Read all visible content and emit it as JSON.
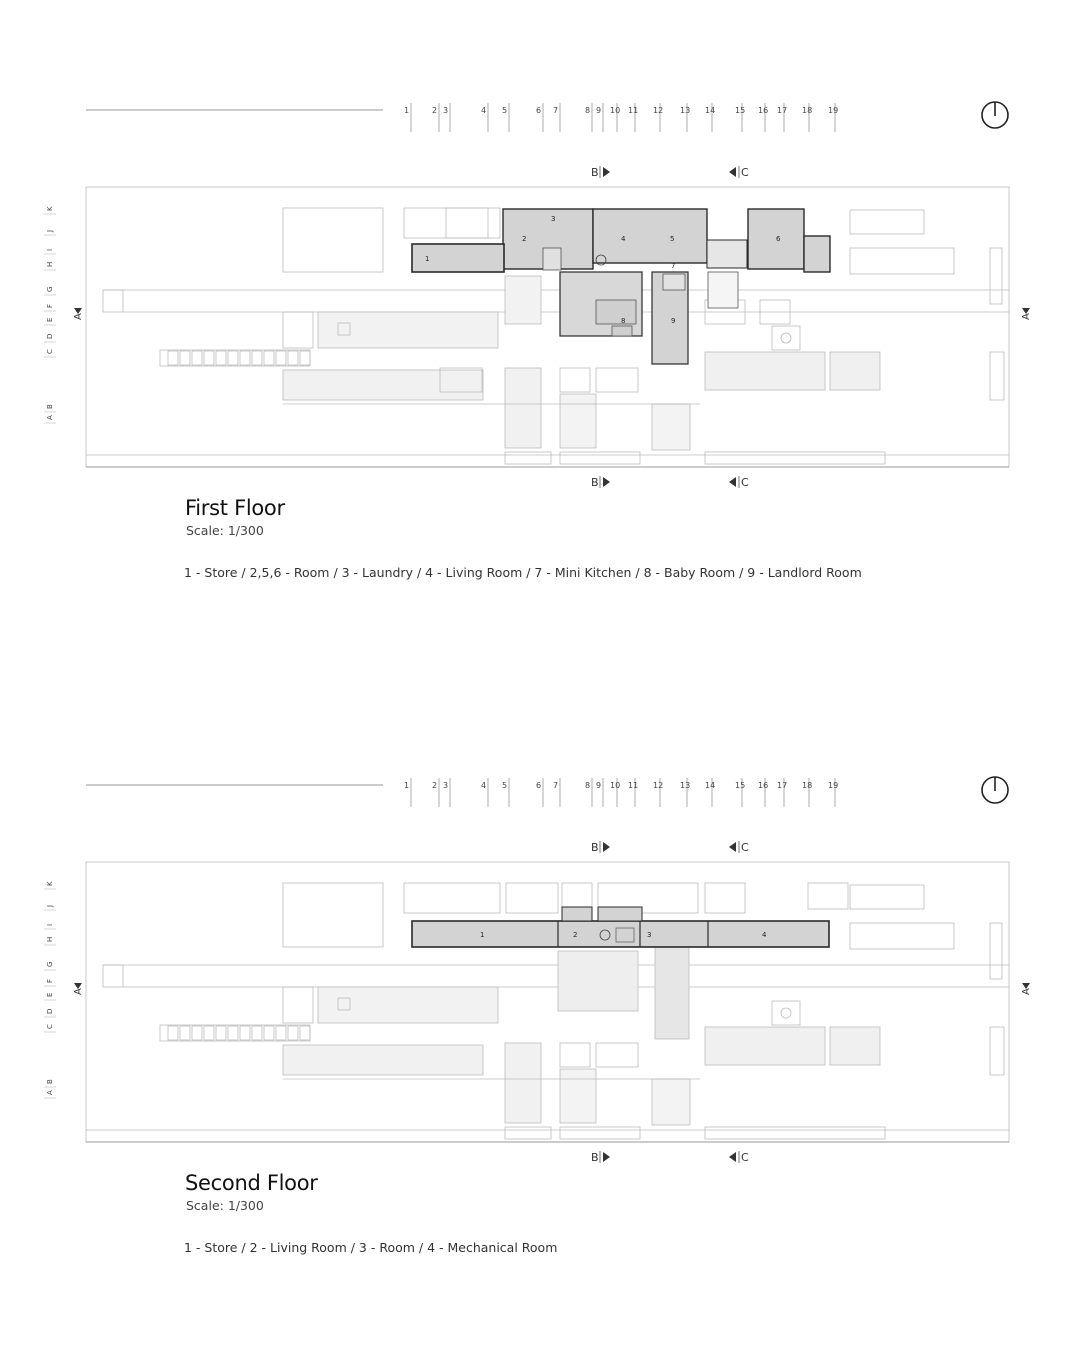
{
  "grid_columns": [
    "1",
    "2",
    "3",
    "4",
    "5",
    "6",
    "7",
    "8",
    "9",
    "10",
    "11",
    "12",
    "13",
    "14",
    "15",
    "16",
    "17",
    "18",
    "19"
  ],
  "grid_rows": [
    "K",
    "J",
    "I",
    "H",
    "G",
    "F",
    "E",
    "D",
    "C",
    "B",
    "A"
  ],
  "section_marks": {
    "b": "B",
    "c": "C",
    "a": "A"
  },
  "floors": [
    {
      "title": "First Floor",
      "scale": "Scale: 1/300",
      "legend": "1 - Store / 2,5,6 - Room / 3 - Laundry / 4 - Living Room / 7 - Mini Kitchen / 8 - Baby Room / 9 - Landlord Room",
      "room_labels": [
        "1",
        "2",
        "3",
        "4",
        "5",
        "6",
        "7",
        "8",
        "9"
      ]
    },
    {
      "title": "Second Floor",
      "scale": "Scale: 1/300",
      "legend": "1 - Store / 2 - Living Room / 3 - Room / 4 - Mechanical Room",
      "room_labels": [
        "1",
        "2",
        "3",
        "4"
      ]
    }
  ],
  "colors": {
    "wall": "#2a2a2a",
    "line": "#b4b4b4",
    "fill_room": "#d3d3d3",
    "fill_light": "#e9e9e9",
    "background": "#ffffff"
  },
  "icons": {
    "north": "north-arrow-icon"
  }
}
